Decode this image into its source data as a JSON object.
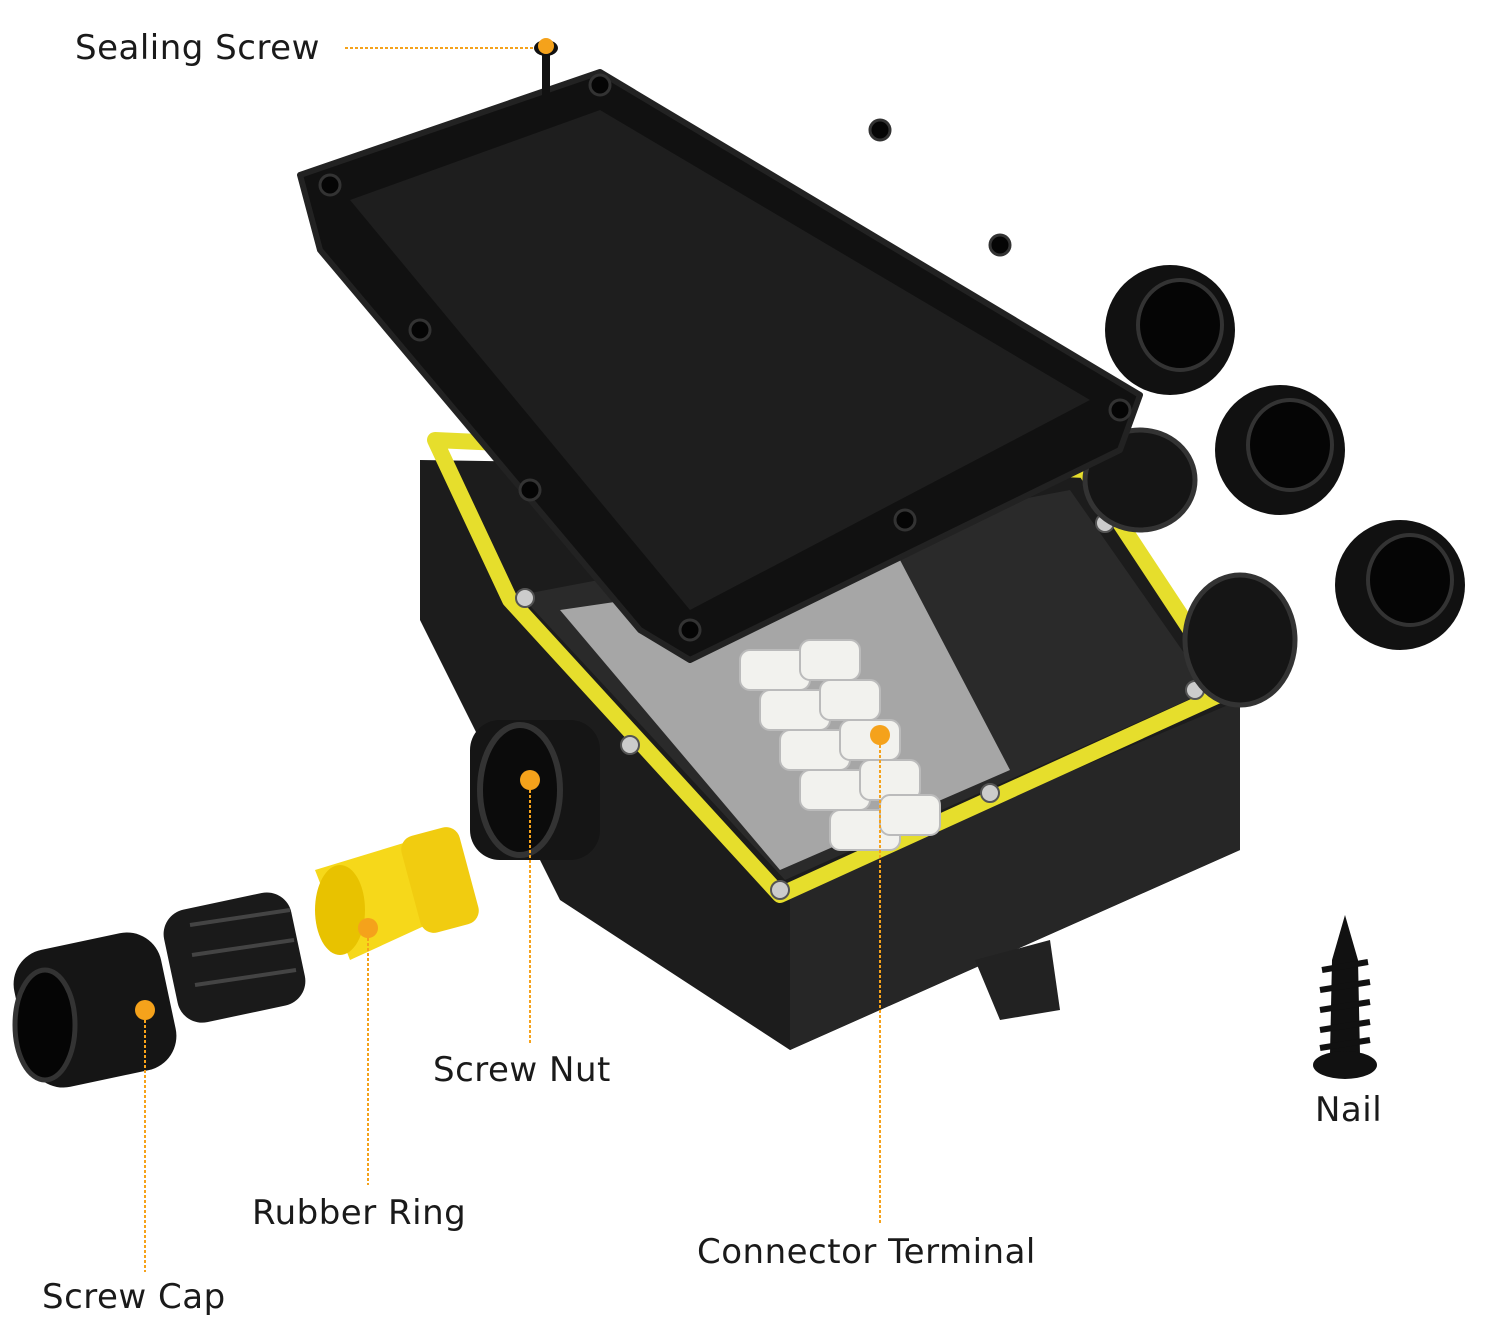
{
  "labels": {
    "sealing_screw": "Sealing Screw",
    "screw_nut": "Screw Nut",
    "rubber_ring": "Rubber Ring",
    "screw_cap": "Screw Cap",
    "connector_terminal": "Connector Terminal",
    "nail": "Nail"
  },
  "colors": {
    "accent": "#f5a21b",
    "gasket": "#e6de2c",
    "body": "#1b1b1b",
    "rubber": "#f6d81a",
    "tray": "#9a9a9a"
  }
}
